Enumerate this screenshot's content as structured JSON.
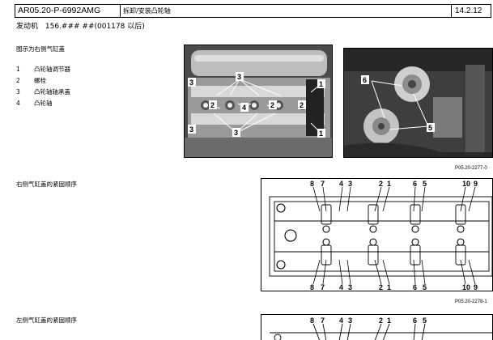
{
  "header": {
    "doc_code": "AR05.20-P-6992AMG",
    "title": "拆卸/安装凸轮轴",
    "date": "14.2.12"
  },
  "engine": {
    "label": "发动机",
    "model": "156.### ##(001178 以后)"
  },
  "section1": {
    "caption": "图示为右侧气缸盖",
    "legend": [
      {
        "num": "1",
        "text": "凸轮轴调节器"
      },
      {
        "num": "2",
        "text": "螺栓"
      },
      {
        "num": "3",
        "text": "凸轮轴轴承盖"
      },
      {
        "num": "4",
        "text": "凸轮轴"
      }
    ],
    "photo_left_callouts": [
      "1",
      "1",
      "2",
      "2",
      "2",
      "3",
      "3",
      "3",
      "3",
      "4"
    ],
    "photo_right_callouts": [
      "5",
      "6"
    ],
    "ref": "P05.20-2277-0"
  },
  "section2": {
    "caption": "右侧气缸盖的紧固顺序",
    "top_numbers": [
      "8",
      "7",
      "4",
      "3",
      "2",
      "1",
      "6",
      "5",
      "10",
      "9"
    ],
    "bottom_numbers": [
      "8",
      "7",
      "4",
      "3",
      "2",
      "1",
      "6",
      "5",
      "10",
      "9"
    ],
    "ref": "P05.20-2278-1"
  },
  "section3": {
    "caption": "左侧气缸盖的紧固顺序",
    "top_numbers": [
      "8",
      "7",
      "4",
      "3",
      "2",
      "1",
      "6",
      "5"
    ]
  }
}
